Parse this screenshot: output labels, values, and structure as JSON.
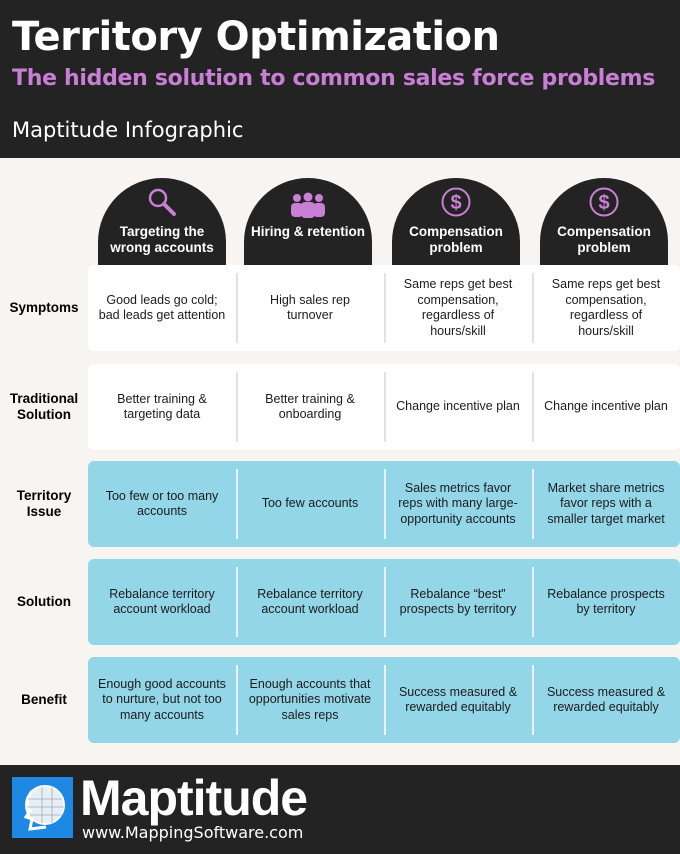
{
  "header": {
    "title": "Territory Optimization",
    "subtitle": "The hidden solution to common sales force problems",
    "tagline": "Maptitude Infographic"
  },
  "columns": [
    {
      "icon": "magnifier-icon",
      "label": "Targeting the wrong accounts"
    },
    {
      "icon": "people-icon",
      "label": "Hiring & retention"
    },
    {
      "icon": "dollar-icon",
      "label": "Compensation problem"
    },
    {
      "icon": "dollar-icon",
      "label": "Compensation problem"
    }
  ],
  "rows": [
    {
      "label": "Symptoms",
      "cells": [
        "Good leads go cold; bad leads get attention",
        "High sales rep turnover",
        "Same reps get best compensation, regardless of hours/skill",
        "Same reps get best compensation, regardless of hours/skill"
      ]
    },
    {
      "label": "Traditional Solution",
      "cells": [
        "Better training & targeting data",
        "Better training & onboarding",
        "Change incentive plan",
        "Change incentive plan"
      ]
    },
    {
      "label": "Territory Issue",
      "cells": [
        "Too few or too many accounts",
        "Too few accounts",
        "Sales metrics favor reps with many large-opportunity accounts",
        "Market share metrics favor reps with a smaller target market"
      ]
    },
    {
      "label": "Solution",
      "cells": [
        "Rebalance territory account workload",
        "Rebalance territory account workload",
        "Rebalance “best” prospects by territory",
        "Rebalance prospects by territory"
      ]
    },
    {
      "label": "Benefit",
      "cells": [
        "Enough good accounts to nurture, but not too many accounts",
        "Enough accounts that opportunities motivate sales reps",
        "Success measured & rewarded equitably",
        "Success measured & rewarded equitably"
      ]
    }
  ],
  "footer": {
    "brand": "Maptitude",
    "url": "www.MappingSoftware.com"
  },
  "colors": {
    "accent": "#c97fd6",
    "teal": "#93d6e8",
    "dark": "#232323"
  }
}
